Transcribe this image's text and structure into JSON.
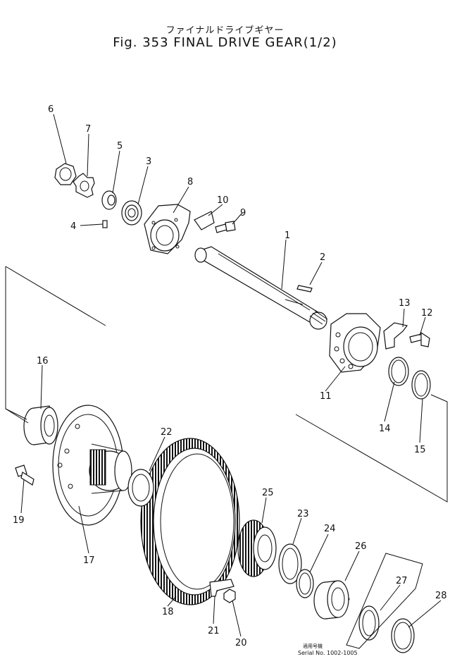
{
  "title": {
    "jp": "ファイナルドライブギヤー",
    "main": "Fig. 353 FINAL DRIVE GEAR(1/2)"
  },
  "parts": [
    {
      "no": "1"
    },
    {
      "no": "2"
    },
    {
      "no": "3"
    },
    {
      "no": "4"
    },
    {
      "no": "5"
    },
    {
      "no": "6"
    },
    {
      "no": "7"
    },
    {
      "no": "8"
    },
    {
      "no": "9"
    },
    {
      "no": "10"
    },
    {
      "no": "11"
    },
    {
      "no": "12"
    },
    {
      "no": "13"
    },
    {
      "no": "14"
    },
    {
      "no": "15"
    },
    {
      "no": "16"
    },
    {
      "no": "17"
    },
    {
      "no": "18"
    },
    {
      "no": "19"
    },
    {
      "no": "20"
    },
    {
      "no": "21"
    },
    {
      "no": "22"
    },
    {
      "no": "23"
    },
    {
      "no": "24"
    },
    {
      "no": "25"
    },
    {
      "no": "26"
    },
    {
      "no": "27"
    },
    {
      "no": "28"
    }
  ],
  "serial": {
    "caption": "適用号機",
    "number": "Serial No. 1002-1005"
  }
}
